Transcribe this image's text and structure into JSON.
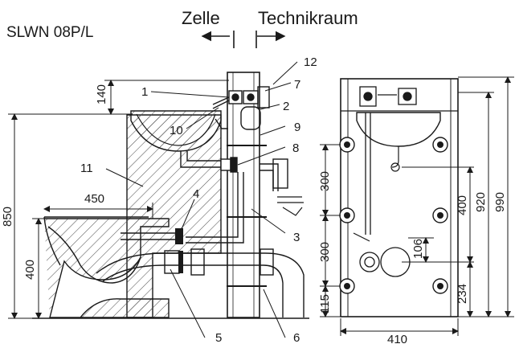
{
  "model_label": "SLWN 08P/L",
  "direction_labels": {
    "left": "Zelle",
    "right": "Technikraum"
  },
  "callouts": [
    "1",
    "2",
    "3",
    "4",
    "5",
    "6",
    "7",
    "8",
    "9",
    "10",
    "11",
    "12"
  ],
  "dimensions": {
    "d140": "140",
    "d850": "850",
    "d400": "400",
    "d450": "450",
    "d300a": "300",
    "d300b": "300",
    "d115": "115",
    "d400r": "400",
    "d920": "920",
    "d990": "990",
    "d106": "106",
    "d234": "234",
    "d410": "410"
  },
  "colors": {
    "line": "#1a1a1a",
    "hatch": "#555555",
    "background": "#ffffff"
  }
}
